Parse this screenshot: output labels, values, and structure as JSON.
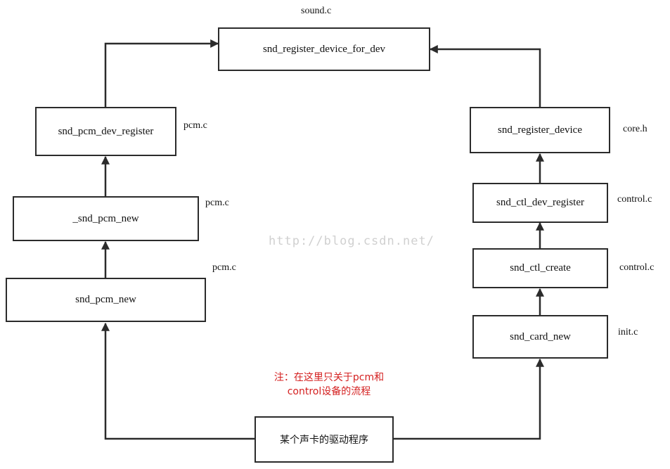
{
  "diagram": {
    "nodes": {
      "snd_register_device_for_dev": "snd_register_device_for_dev",
      "snd_pcm_dev_register": "snd_pcm_dev_register",
      "_snd_pcm_new": "_snd_pcm_new",
      "snd_pcm_new": "snd_pcm_new",
      "snd_register_device": "snd_register_device",
      "snd_ctl_dev_register": "snd_ctl_dev_register",
      "snd_ctl_create": "snd_ctl_create",
      "snd_card_new": "snd_card_new",
      "driver": "某个声卡的驱动程序"
    },
    "files": {
      "sound": "sound.c",
      "pcm_dev_register": "pcm.c",
      "pcm_new_internal": "pcm.c",
      "pcm_new": "pcm.c",
      "register_device": "core.h",
      "ctl_dev_register": "control.c",
      "ctl_create": "control.c",
      "card_new": "init.c"
    },
    "note": {
      "line1": "注：在这里只关于pcm和",
      "line2": "control设备的流程",
      "color": "#d41f1f"
    },
    "watermark": "http://blog.csdn.net/",
    "edges": [
      [
        "driver",
        "snd_pcm_new"
      ],
      [
        "snd_pcm_new",
        "_snd_pcm_new"
      ],
      [
        "_snd_pcm_new",
        "snd_pcm_dev_register"
      ],
      [
        "snd_pcm_dev_register",
        "snd_register_device_for_dev"
      ],
      [
        "driver",
        "snd_card_new"
      ],
      [
        "snd_card_new",
        "snd_ctl_create"
      ],
      [
        "snd_ctl_create",
        "snd_ctl_dev_register"
      ],
      [
        "snd_ctl_dev_register",
        "snd_register_device"
      ],
      [
        "snd_register_device",
        "snd_register_device_for_dev"
      ]
    ]
  }
}
